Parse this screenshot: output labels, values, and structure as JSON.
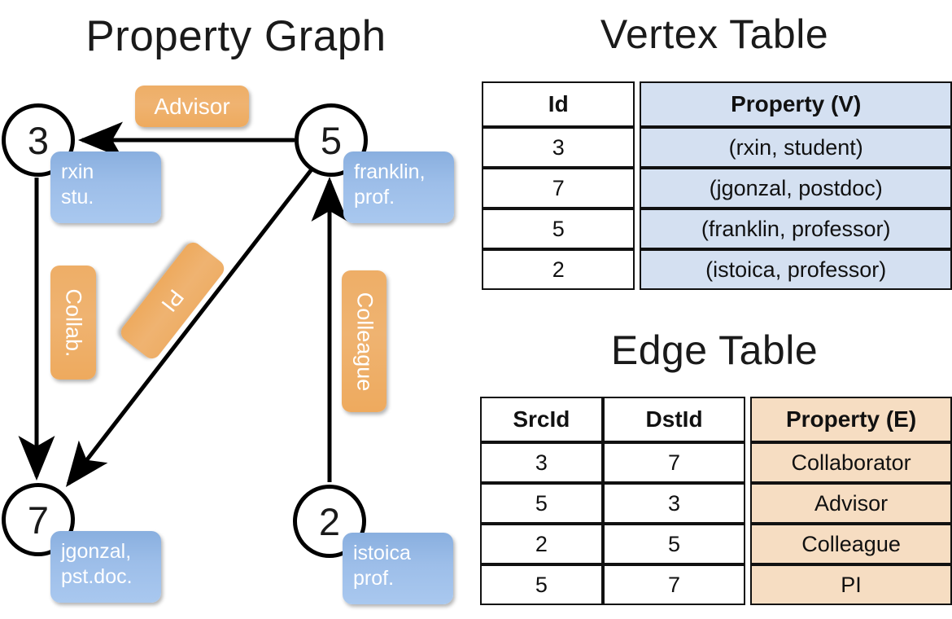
{
  "titles": {
    "property_graph": "Property Graph",
    "vertex_table": "Vertex Table",
    "edge_table": "Edge Table"
  },
  "colors": {
    "vertex_header_fill": "#d4e0f1",
    "edge_header_fill": "#f6ddc2",
    "vertex_box_blue": "#9dbee9",
    "edge_label_orange": "#efb371",
    "stroke": "#111111",
    "canvas": "#ffffff"
  },
  "graph": {
    "nodes": [
      {
        "id": "3",
        "label": "3",
        "property_lines": [
          "rxin",
          "stu."
        ]
      },
      {
        "id": "5",
        "label": "5",
        "property_lines": [
          "franklin,",
          "prof."
        ]
      },
      {
        "id": "7",
        "label": "7",
        "property_lines": [
          "jgonzal,",
          "pst.doc."
        ]
      },
      {
        "id": "2",
        "label": "2",
        "property_lines": [
          "istoica",
          "prof."
        ]
      }
    ],
    "edge_labels": [
      {
        "name": "advisor",
        "text": "Advisor"
      },
      {
        "name": "collab",
        "text": "Collab."
      },
      {
        "name": "pi",
        "text": "PI"
      },
      {
        "name": "colleague",
        "text": "Colleague"
      }
    ],
    "edges": [
      {
        "src": "5",
        "dst": "3",
        "label": "Advisor"
      },
      {
        "src": "3",
        "dst": "7",
        "label": "Collab."
      },
      {
        "src": "5",
        "dst": "7",
        "label": "PI"
      },
      {
        "src": "2",
        "dst": "5",
        "label": "Colleague"
      }
    ]
  },
  "vertex_table": {
    "headers": [
      "Id",
      "Property (V)"
    ],
    "rows": [
      {
        "id": "3",
        "property": "(rxin, student)"
      },
      {
        "id": "7",
        "property": "(jgonzal, postdoc)"
      },
      {
        "id": "5",
        "property": "(franklin, professor)"
      },
      {
        "id": "2",
        "property": "(istoica, professor)"
      }
    ]
  },
  "edge_table": {
    "headers": [
      "SrcId",
      "DstId",
      "Property (E)"
    ],
    "rows": [
      {
        "src": "3",
        "dst": "7",
        "property": "Collaborator"
      },
      {
        "src": "5",
        "dst": "3",
        "property": "Advisor"
      },
      {
        "src": "2",
        "dst": "5",
        "property": "Colleague"
      },
      {
        "src": "5",
        "dst": "7",
        "property": "PI"
      }
    ]
  }
}
